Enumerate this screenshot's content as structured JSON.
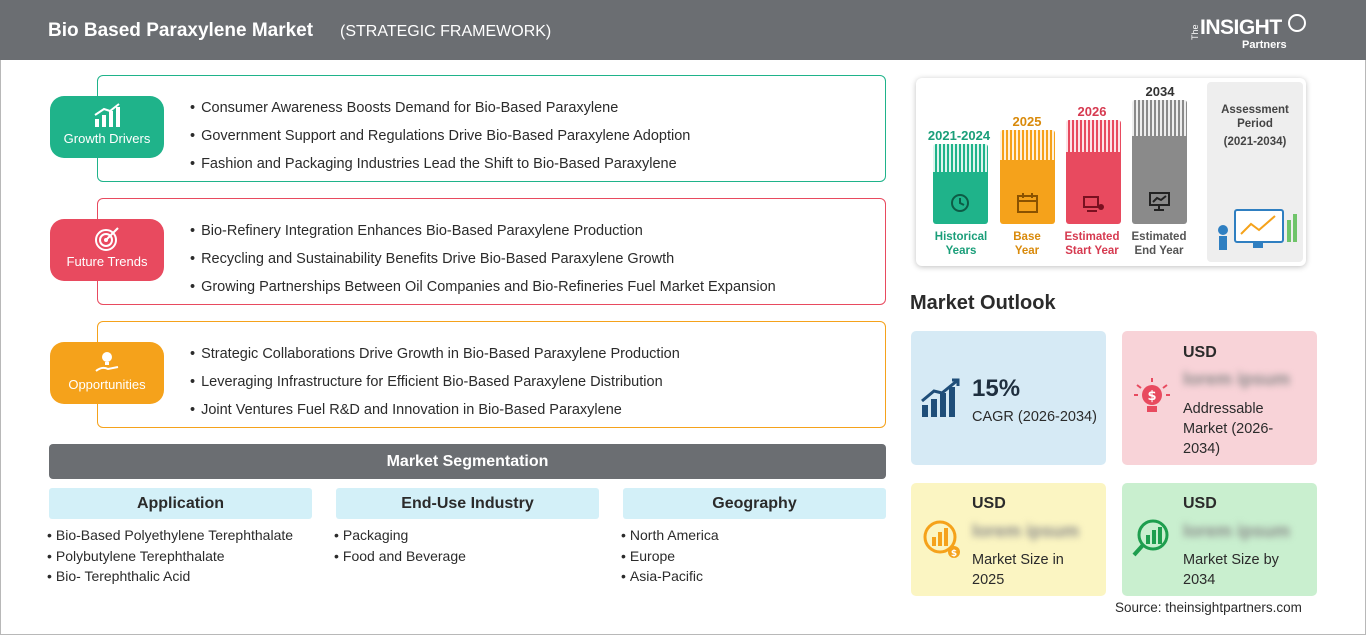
{
  "header": {
    "title": "Bio Based Paraxylene Market",
    "subtitle": "(STRATEGIC FRAMEWORK)",
    "logo": {
      "the": "The",
      "insight": "INSIGHT",
      "partners": "Partners"
    }
  },
  "framework": {
    "growth_drivers": {
      "label": "Growth Drivers",
      "color": "#1fb38a",
      "items": [
        "Consumer Awareness Boosts Demand for Bio-Based Paraxylene",
        "Government Support and Regulations Drive Bio-Based Paraxylene Adoption",
        "Fashion and Packaging Industries Lead the Shift to Bio-Based Paraxylene"
      ]
    },
    "future_trends": {
      "label": "Future Trends",
      "color": "#e84a5f",
      "items": [
        "Bio-Refinery Integration Enhances Bio-Based Paraxylene Production",
        "Recycling and Sustainability Benefits Drive Bio-Based Paraxylene Growth",
        "Growing Partnerships Between Oil Companies and Bio-Refineries Fuel Market Expansion"
      ]
    },
    "opportunities": {
      "label": "Opportunities",
      "color": "#f5a21b",
      "items": [
        "Strategic Collaborations Drive Growth in Bio-Based Paraxylene Production",
        "Leveraging Infrastructure for Efficient Bio-Based Paraxylene Distribution",
        "Joint Ventures Fuel R&D and Innovation in Bio-Based Paraxylene"
      ]
    }
  },
  "segmentation": {
    "title": "Market Segmentation",
    "columns": [
      {
        "heading": "Application",
        "items": [
          "Bio-Based Polyethylene Terephthalate",
          "Polybutylene Terephthalate",
          "Bio- Terephthalic Acid"
        ]
      },
      {
        "heading": "End-Use Industry",
        "items": [
          "Packaging",
          "Food and Beverage"
        ]
      },
      {
        "heading": "Geography",
        "items": [
          "North America",
          "Europe",
          "Asia-Pacific"
        ]
      }
    ]
  },
  "timeline": {
    "periods": [
      {
        "year": "2021-2024",
        "label_line1": "Historical",
        "label_line2": "Years",
        "color": "#1fb38a",
        "text_color": "#1a9e79"
      },
      {
        "year": "2025",
        "label_line1": "Base",
        "label_line2": "Year",
        "color": "#f5a21b",
        "text_color": "#d98a0b"
      },
      {
        "year": "2026",
        "label_line1": "Estimated",
        "label_line2": "Start Year",
        "color": "#e84a5f",
        "text_color": "#d63a50"
      },
      {
        "year": "2034",
        "label_line1": "Estimated",
        "label_line2": "End Year",
        "color": "#8a8a8a",
        "text_color": "#555555"
      }
    ],
    "assessment": {
      "line1": "Assessment",
      "line2": "Period",
      "line3": "(2021-2034)"
    }
  },
  "outlook": {
    "title": "Market Outlook",
    "cagr": {
      "value": "15%",
      "label": "CAGR (2026-2034)",
      "bg": "#d6eaf5"
    },
    "addressable": {
      "currency": "USD",
      "value": "lorem ipsum",
      "label_line1": "Addressable",
      "label_line2": "Market (2026-",
      "label_line3": "2034)",
      "bg": "#f8d3d8"
    },
    "size_2025": {
      "currency": "USD",
      "value": "lorem ipsum",
      "label_line1": "Market Size in",
      "label_line2": "2025",
      "bg": "#fbf5c2"
    },
    "size_2034": {
      "currency": "USD",
      "value": "lorem ipsum",
      "label_line1": "Market Size by",
      "label_line2": "2034",
      "bg": "#c9efcf"
    }
  },
  "source": "Source: theinsightpartners.com"
}
